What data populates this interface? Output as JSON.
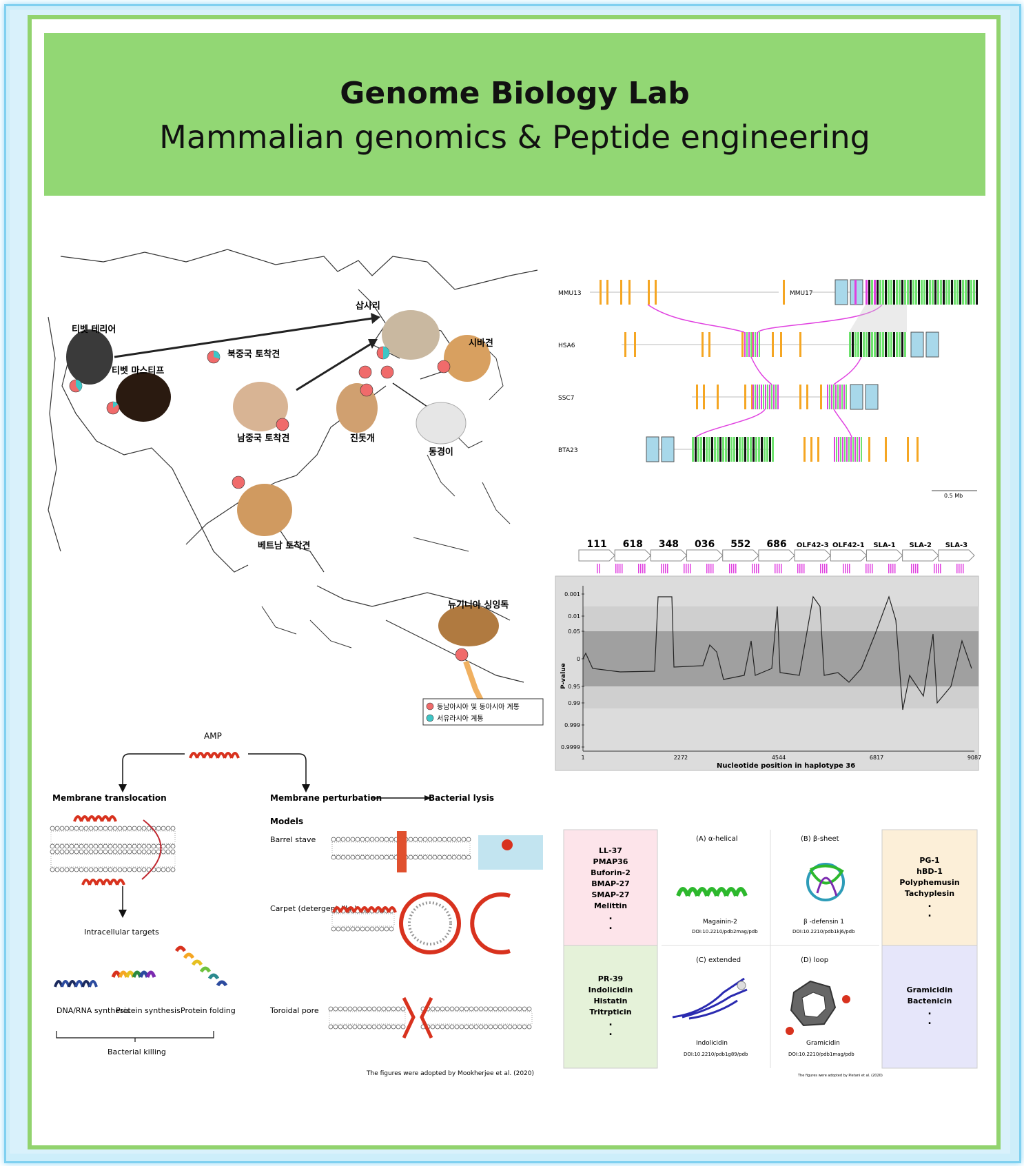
{
  "header": {
    "title": "Genome Biology Lab",
    "subtitle": "Mammalian genomics & Peptide engineering"
  },
  "map": {
    "dogs": [
      {
        "label": "티벳 테리어"
      },
      {
        "label": "티벳 마스티프"
      },
      {
        "label": "북중국 토착견"
      },
      {
        "label": "남중국 토착견"
      },
      {
        "label": "삽사리"
      },
      {
        "label": "시바견"
      },
      {
        "label": "진돗개"
      },
      {
        "label": "동경이"
      },
      {
        "label": "베트남 토착견"
      },
      {
        "label": "뉴기니아 싱잉독"
      }
    ],
    "legend": [
      {
        "label": "동남아시아 및 동아시아 계통",
        "color": "#f06b6b"
      },
      {
        "label": "서유라시아 계통",
        "color": "#3ec6c6"
      }
    ]
  },
  "synteny": {
    "tracks": [
      "MMU13",
      "HSA6",
      "SSC7",
      "BTA23"
    ],
    "second_label": "MMU17",
    "scale": "0.5 Mb"
  },
  "pvalue_chart": {
    "genes": [
      "111",
      "618",
      "348",
      "036",
      "552",
      "686",
      "OLF42-3",
      "OLF42-1",
      "SLA-1",
      "SLA-2",
      "SLA-3"
    ],
    "y_ticks": [
      "0.001",
      "0.01",
      "0.05",
      "0",
      "0.95",
      "0.99",
      "0.999",
      "0.9999"
    ],
    "x_ticks": [
      "1",
      "2272",
      "4544",
      "6817",
      "9087"
    ],
    "ylabel": "P-value",
    "xlabel": "Nucleotide position in haplotype 36"
  },
  "amp": {
    "title": "AMP",
    "left_title": "Membrane translocation",
    "intracellular": "Intracellular targets",
    "targets": [
      "DNA/RNA synthesis",
      "Protein synthesis",
      "Protein folding"
    ],
    "killing": "Bacterial killing",
    "right_title": "Membrane perturbation",
    "lysis": "Bacterial lysis",
    "models_title": "Models",
    "models": [
      "Barrel stave",
      "Carpet (detergent-like)",
      "Toroidal pore"
    ],
    "credit": "The figures were adopted by Mookherjee et al. (2020)"
  },
  "structures": {
    "alpha_list": [
      "LL-37",
      "PMAP36",
      "Buforin-2",
      "BMAP-27",
      "SMAP-27",
      "Melittin"
    ],
    "extended_list": [
      "PR-39",
      "Indolicidin",
      "Histatin",
      "Tritrpticin"
    ],
    "beta_list": [
      "PG-1",
      "hBD-1",
      "Polyphemusin",
      "Tachyplesin"
    ],
    "loop_list": [
      "Gramicidin",
      "Bactenicin"
    ],
    "panels": [
      {
        "title": "(A) α-helical",
        "name": "Magainin-2",
        "doi": "DOI:10.2210/pdb2mag/pdb"
      },
      {
        "title": "(B) β-sheet",
        "name": "β -defensin 1",
        "doi": "DOI:10.2210/pdb1kj6/pdb"
      },
      {
        "title": "(C) extended",
        "name": "Indolicidin",
        "doi": "DOI:10.2210/pdb1g89/pdb"
      },
      {
        "title": "(D) loop",
        "name": "Gramicidin",
        "doi": "DOI:10.2210/pdb1mag/pdb"
      }
    ],
    "credit": "The figures were adopted by Pietani et al. (2020)"
  },
  "colors": {
    "header_bg": "#92d774",
    "frame_green": "#92d36e",
    "frame_blue": "#7fd0f0"
  }
}
